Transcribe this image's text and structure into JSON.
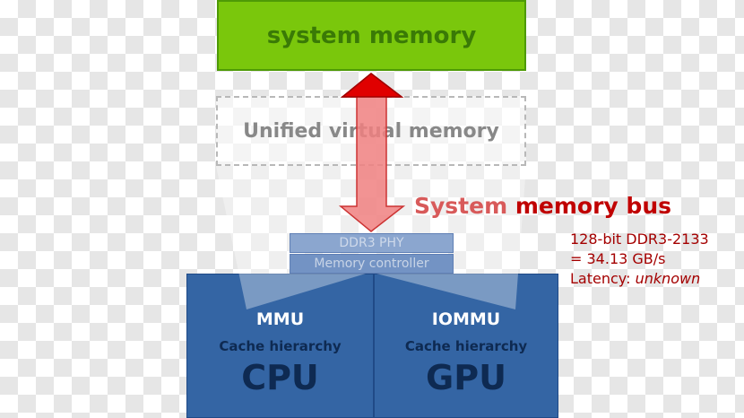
{
  "system_memory": {
    "label": "system memory"
  },
  "unified_virtual_memory": {
    "label": "Unified virtual memory"
  },
  "memory_bus": {
    "title_first": "System",
    "title_rest": "memory bus",
    "width_spec": "128-bit DDR3-2133",
    "bandwidth": "= 34.13 GB/s",
    "latency_label": "Latency:",
    "latency_value": "unknown"
  },
  "ddr3_phy": {
    "label": "DDR3 PHY"
  },
  "memory_controller": {
    "label": "Memory controller"
  },
  "cpu": {
    "unit": "MMU",
    "cache": "Cache hierarchy",
    "name": "CPU"
  },
  "gpu": {
    "unit": "IOMMU",
    "cache": "Cache hierarchy",
    "name": "GPU"
  },
  "colors": {
    "system_memory_fill": "#7ac70c",
    "processor_fill": "#3465a4",
    "bus_arrow": "#f08080",
    "bus_text": "#c00000"
  }
}
